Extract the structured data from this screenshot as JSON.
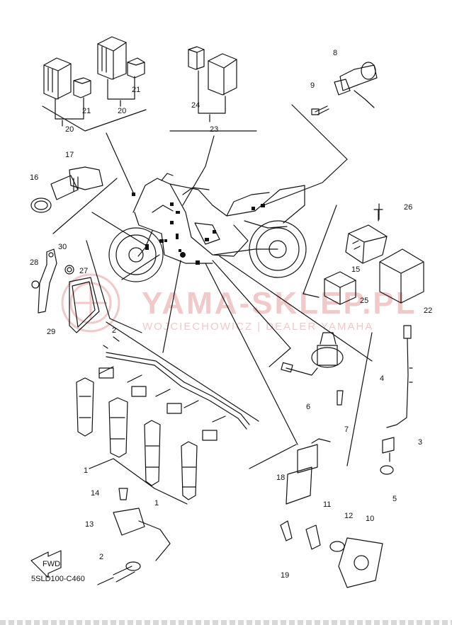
{
  "diagram_code": "5SLD100-C460",
  "watermark": {
    "title": "YAMA-SKLEP.PL",
    "subtitle": "WOJCIECHOWICZ | DEALER YAMAHA"
  },
  "fwd_label": "FWD",
  "callouts": [
    "1",
    "1",
    "2",
    "2",
    "3",
    "4",
    "5",
    "6",
    "7",
    "8",
    "9",
    "10",
    "11",
    "12",
    "13",
    "14",
    "15",
    "16",
    "17",
    "18",
    "19",
    "20",
    "20",
    "21",
    "21",
    "22",
    "23",
    "24",
    "25",
    "26",
    "27",
    "28",
    "29",
    "30"
  ],
  "colors": {
    "line": "#111111",
    "watermark": "#f1c9c9"
  }
}
